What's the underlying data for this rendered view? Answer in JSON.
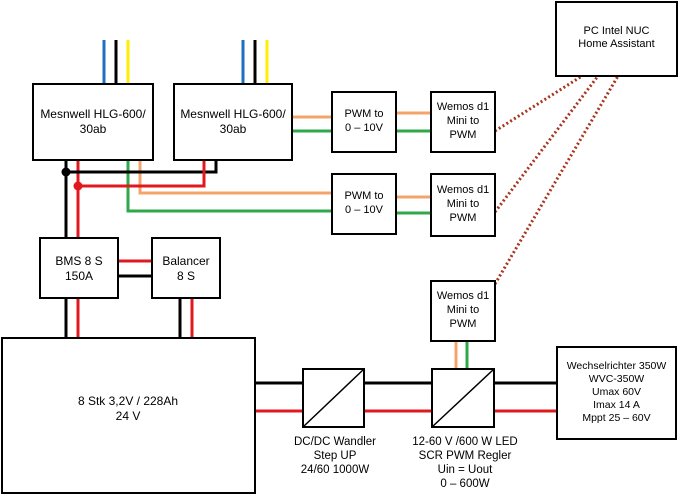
{
  "colors": {
    "black": "#000000",
    "red": "#e0191e",
    "orange": "#f4a46a",
    "green": "#2ea84a",
    "blue": "#1f6fc2",
    "yellow": "#ffee00",
    "dotted": "#a8351e"
  },
  "blocks": {
    "pc": [
      "PC Intel NUC",
      "Home Assistant"
    ],
    "psu1": [
      "Mesnwell HLG-600/",
      "30ab"
    ],
    "psu2": [
      "Mesnwell HLG-600/",
      "30ab"
    ],
    "pwm1": [
      "PWM to",
      "0 – 10V"
    ],
    "pwm2": [
      "PWM to",
      "0 – 10V"
    ],
    "wemos1": [
      "Wemos d1",
      "Mini to",
      "PWM"
    ],
    "wemos2": [
      "Wemos d1",
      "Mini to",
      "PWM"
    ],
    "wemos3": [
      "Wemos d1",
      "Mini to",
      "PWM"
    ],
    "bms": [
      "BMS 8 S",
      "150A"
    ],
    "balancer": [
      "Balancer",
      "8 S"
    ],
    "battery": [
      "8 Stk 3,2V / 228Ah",
      "24 V"
    ],
    "inverter": [
      "Wechselrichter 350W",
      "WVC-350W",
      "Umax 60V",
      "Imax 14 A",
      "Mppt 25 – 60V"
    ],
    "dcdc_label": [
      "DC/DC Wandler",
      "Step UP",
      "24/60 1000W"
    ],
    "led_label": [
      "12-60 V /600 W LED",
      "SCR PWM Regler",
      "Uin = Uout",
      "0 – 600W"
    ]
  }
}
